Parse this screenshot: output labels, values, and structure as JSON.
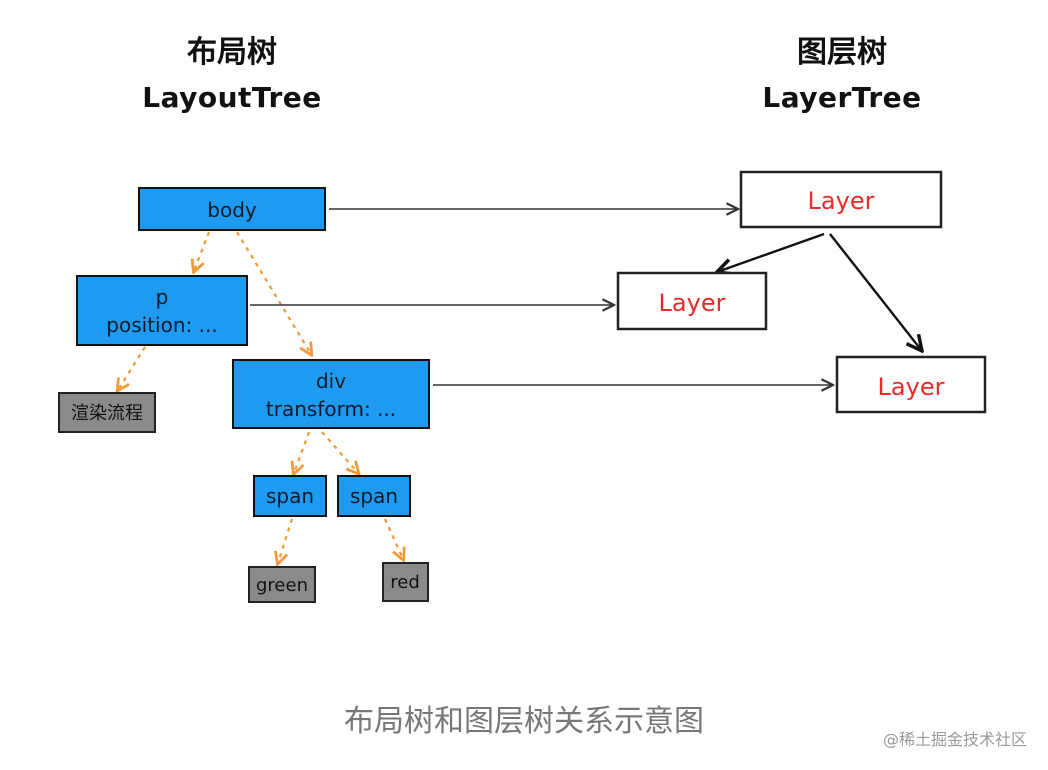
{
  "headings": {
    "layout_tree_cn": "布局树",
    "layout_tree_en": "LayoutTree",
    "layer_tree_cn": "图层树",
    "layer_tree_en": "LayerTree"
  },
  "nodes": {
    "body": "body",
    "p_line1": "p",
    "p_line2": "position: ...",
    "render_flow": "渲染流程",
    "div_line1": "div",
    "div_line2": "transform: ...",
    "span1": "span",
    "span2": "span",
    "green": "green",
    "red": "red"
  },
  "layers": {
    "top": "Layer",
    "middle": "Layer",
    "right": "Layer"
  },
  "colors": {
    "blue_node": "#1e9bf0",
    "gray_node": "#8a8a8a",
    "dotted_arrow": "#f09a3a",
    "layer_text": "#ea2a2a"
  },
  "caption": "布局树和图层树关系示意图",
  "watermark": "@稀土掘金技术社区"
}
